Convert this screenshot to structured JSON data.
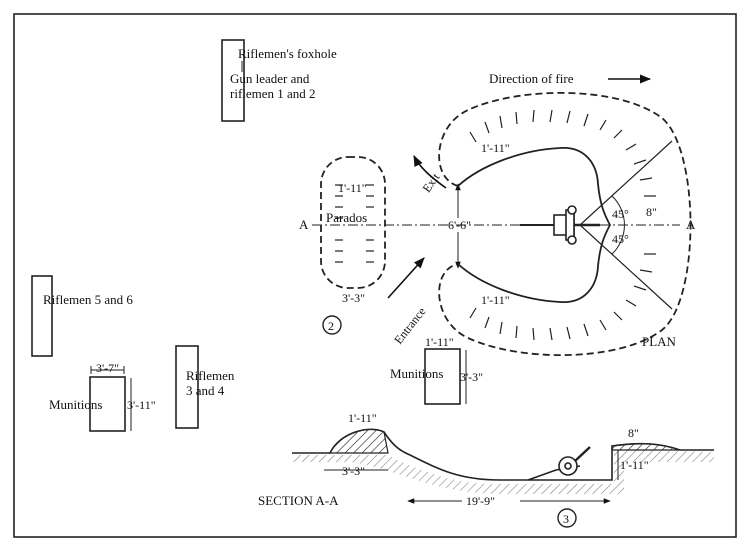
{
  "labels": {
    "riflemens_foxhole": "Riflemen's foxhole",
    "gun_leader_line1": "Gun leader and",
    "gun_leader_line2": "riflemen 1 and 2",
    "direction_of_fire": "Direction of fire",
    "riflemen_5_6": "Riflemen  5 and 6",
    "riflemen_3_4_line1": "Riflemen",
    "riflemen_3_4_line2": "3 and 4",
    "munitions_left": "Munitions",
    "munitions_right": "Munitions",
    "parados": "Parados",
    "exit": "Exit",
    "entrance": "Entrance",
    "plan": "PLAN",
    "section": "SECTION A-A",
    "section_marker_a_left": "A",
    "section_marker_a_right": "A",
    "angle_top": "45°",
    "angle_bottom": "45°",
    "circle_2": "2",
    "circle_3": "3"
  },
  "dimensions": {
    "parados_width_top": "1'-11\"",
    "parados_width_bottom": "3'-3\"",
    "emplacement_top": "1'-11\"",
    "emplacement_bottom": "1'-11\"",
    "pit_width": "6'-6\"",
    "front_parapet": "8\"",
    "munitions_left_width": "3'-7\"",
    "munitions_left_height": "3'-11\"",
    "munitions_right_width": "1'-11\"",
    "munitions_right_height": "3'-3\"",
    "section_parados_height": "1'-11\"",
    "section_parados_base": "3'-3\"",
    "section_parapet_height": "8\"",
    "section_pit_depth": "1'-11\"",
    "section_length": "19'-9\""
  }
}
